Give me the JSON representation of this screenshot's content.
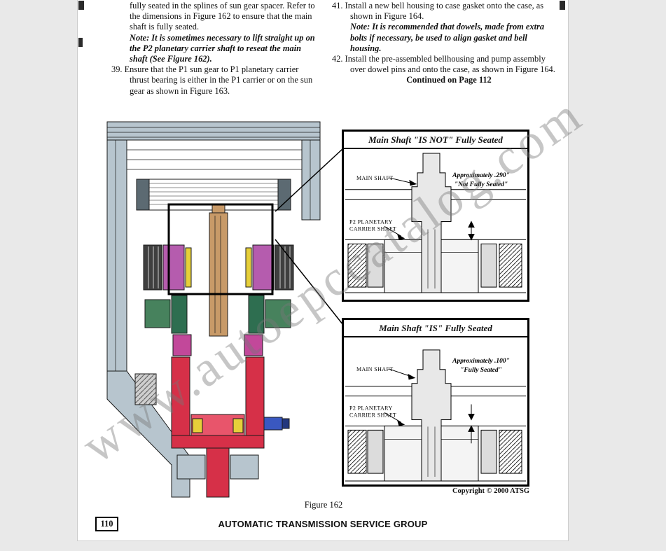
{
  "watermark": {
    "text": "www.autoepccatalog.com"
  },
  "colors": {
    "viewer_background": "#e9e9e9",
    "case_blue": "#b7c5ce",
    "shaft_tan": "#c89a68",
    "clutch_magenta": "#b55cae",
    "planetary_green": "#47825d",
    "drum_red": "#d63048",
    "servo_blue": "#3a58c0",
    "thrust_yellow": "#e6cf3a",
    "watermark_gray": "#7d7d7d"
  },
  "instructions": {
    "left": {
      "continuation": "fully seated in the splines of sun gear spacer. Refer to the dimensions in Figure 162 to ensure that the main shaft is fully seated.",
      "note": "Note: It is sometimes necessary to lift straight up on the P2 planetary carrier shaft to reseat the main shaft (See Figure 162).",
      "item_39": "39. Ensure that the P1 sun gear to P1 planetary carrier thrust bearing is either in the P1 carrier or on the sun gear as shown in Figure 163."
    },
    "right": {
      "item_41": "41. Install a new bell housing to case gasket onto the case, as shown in Figure 164.",
      "note": "Note: It is recommended that dowels, made from extra bolts if necessary, be used to align gasket and bell housing.",
      "item_42": "42. Install the pre-assembled bellhousing and pump assembly over dowel pins and onto the case, as shown in Figure 164.",
      "continued": "Continued on Page 112"
    }
  },
  "figure": {
    "caption": "Figure 162",
    "copyright": "Copyright © 2000 ATSG",
    "insets": {
      "not_seated": {
        "title": "Main Shaft \"IS NOT\" Fully Seated",
        "main_shaft_label": "MAIN SHAFT",
        "p2_label_line1": "P2 PLANETARY",
        "p2_label_line2": "CARRIER SHAFT",
        "approx_line1": "Approximately .290\"",
        "approx_line2": "\"Not Fully Seated\""
      },
      "seated": {
        "title": "Main Shaft \"IS\" Fully Seated",
        "main_shaft_label": "MAIN SHAFT",
        "p2_label_line1": "P2 PLANETARY",
        "p2_label_line2": "CARRIER SHAFT",
        "approx_line1": "Approximately .100\"",
        "approx_line2": "\"Fully Seated\""
      }
    }
  },
  "footer": {
    "page_number": "110",
    "org": "AUTOMATIC TRANSMISSION SERVICE GROUP"
  }
}
